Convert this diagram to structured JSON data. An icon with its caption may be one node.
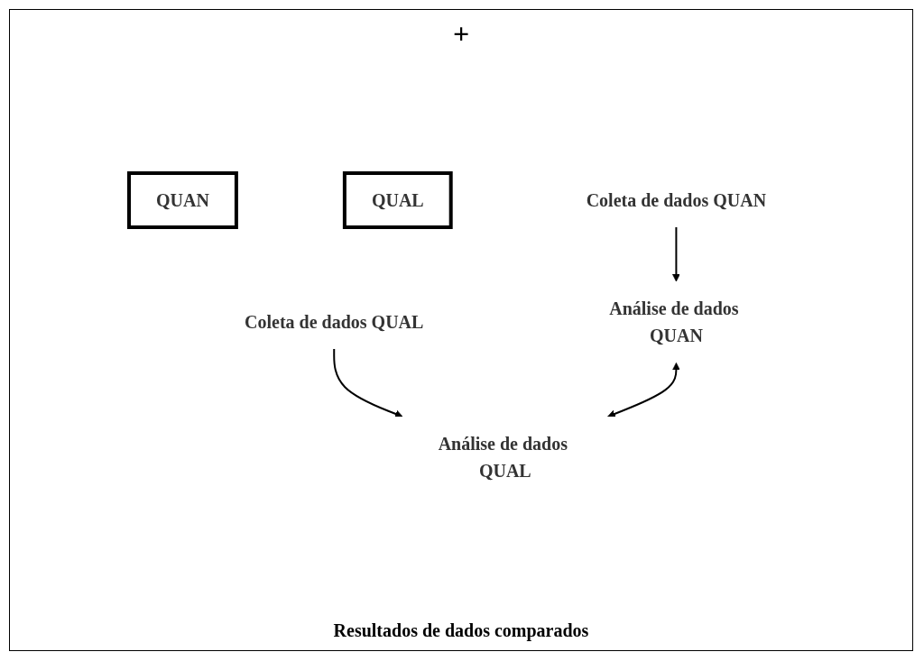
{
  "diagram": {
    "nodes": [
      {
        "text": [
          "QUAN"
        ]
      },
      {
        "text": [
          "QUAL"
        ]
      },
      {
        "text": [
          "Coleta de dados QUAN"
        ]
      },
      {
        "text": [
          "Coleta de dados QUAL"
        ]
      },
      {
        "text": [
          "Análise de dados QUAN"
        ]
      },
      {
        "text": [
          "Análise de dados QUAL"
        ]
      }
    ],
    "edges": [
      {
        "from": 2,
        "to": 4,
        "arrow": "to"
      },
      {
        "from": 3,
        "to": 5,
        "arrow": "to"
      },
      {
        "from": 4,
        "to": 5,
        "arrow": "both"
      }
    ],
    "labels": [
      "+",
      "Resultados de dados comparados"
    ]
  }
}
